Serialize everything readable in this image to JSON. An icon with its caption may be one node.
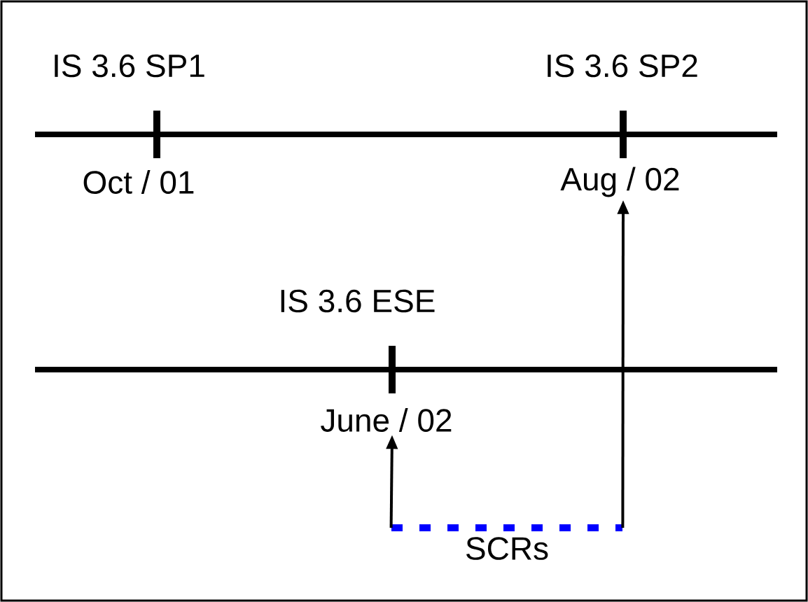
{
  "diagram": {
    "nodes": [
      {
        "text": [
          "IS 3.6 SP1"
        ]
      },
      {
        "text": [
          "Oct / 01"
        ]
      },
      {
        "text": [
          "IS 3.6 SP2"
        ]
      },
      {
        "text": [
          "Aug / 02"
        ]
      },
      {
        "text": [
          "IS 3.6 ESE"
        ]
      },
      {
        "text": [
          "June / 02"
        ]
      },
      {
        "text": [],
        "shape": "bar",
        "beside": [
          "SCRs"
        ]
      }
    ],
    "edges": [
      {
        "from": 6,
        "to": 3,
        "arrow": "to"
      },
      {
        "from": 6,
        "to": 5,
        "arrow": "to"
      }
    ]
  }
}
